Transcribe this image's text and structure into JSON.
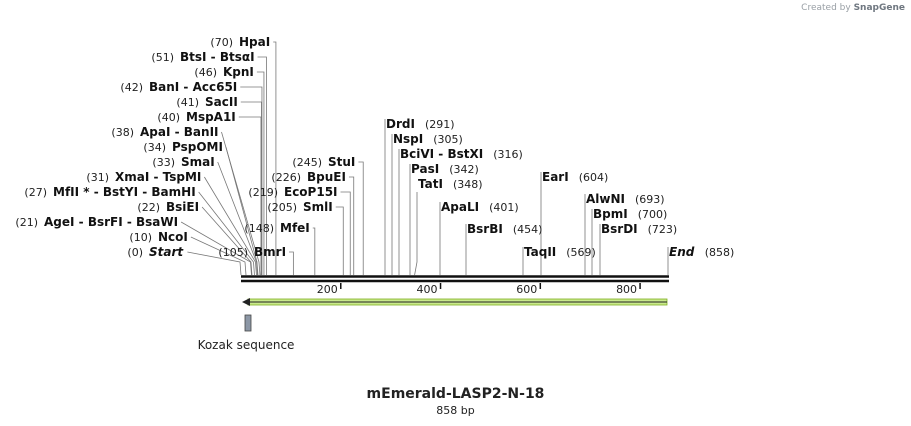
{
  "credit": {
    "prefix": "Created by",
    "brand": "SnapGene"
  },
  "map": {
    "name": "mEmerald-LASP2-N-18",
    "length_label": "858 bp",
    "length_bp": 858,
    "ticks": [
      "200",
      "400",
      "600",
      "800"
    ],
    "sites": [
      {
        "label": "Start",
        "pos": 0,
        "pos_label": "(0)",
        "italic": true
      },
      {
        "label": "NcoI",
        "pos": 10,
        "pos_label": "(10)"
      },
      {
        "label": "AgeI  - BsrFI  - BsaWI",
        "pos": 21,
        "pos_label": "(21)"
      },
      {
        "label": "BsiEI",
        "pos": 22,
        "pos_label": "(22)"
      },
      {
        "label": "MfII * - BstYI  - BamHI",
        "pos": 27,
        "pos_label": "(27)"
      },
      {
        "label": "XmaI  - TspMI",
        "pos": 31,
        "pos_label": "(31)"
      },
      {
        "label": "SmaI",
        "pos": 33,
        "pos_label": "(33)"
      },
      {
        "label": "PspOMI",
        "pos": 34,
        "pos_label": "(34)"
      },
      {
        "label": "ApaI  - BanII",
        "pos": 38,
        "pos_label": "(38)"
      },
      {
        "label": "MspA1I",
        "pos": 40,
        "pos_label": "(40)"
      },
      {
        "label": "SacII",
        "pos": 41,
        "pos_label": "(41)"
      },
      {
        "label": "BanI  - Acc65I",
        "pos": 42,
        "pos_label": "(42)"
      },
      {
        "label": "KpnI",
        "pos": 46,
        "pos_label": "(46)"
      },
      {
        "label": "BtsI  - BtsαI",
        "pos": 51,
        "pos_label": "(51)"
      },
      {
        "label": "HpaI",
        "pos": 70,
        "pos_label": "(70)"
      },
      {
        "label": "BmrI",
        "pos": 105,
        "pos_label": "(105)"
      },
      {
        "label": "MfeI",
        "pos": 148,
        "pos_label": "(148)"
      },
      {
        "label": "SmlI",
        "pos": 205,
        "pos_label": "(205)"
      },
      {
        "label": "EcoP15I",
        "pos": 219,
        "pos_label": "(219)"
      },
      {
        "label": "BpuEI",
        "pos": 226,
        "pos_label": "(226)"
      },
      {
        "label": "StuI",
        "pos": 245,
        "pos_label": "(245)"
      },
      {
        "label": "DrdI",
        "pos": 291,
        "pos_label": "(291)"
      },
      {
        "label": "NspI",
        "pos": 305,
        "pos_label": "(305)"
      },
      {
        "label": "BciVI  - BstXI",
        "pos": 316,
        "pos_label": "(316)"
      },
      {
        "label": "PasI",
        "pos": 342,
        "pos_label": "(342)"
      },
      {
        "label": "TatI",
        "pos": 348,
        "pos_label": "(348)"
      },
      {
        "label": "ApaLI",
        "pos": 401,
        "pos_label": "(401)"
      },
      {
        "label": "BsrBI",
        "pos": 454,
        "pos_label": "(454)"
      },
      {
        "label": "TaqII",
        "pos": 569,
        "pos_label": "(569)"
      },
      {
        "label": "EarI",
        "pos": 604,
        "pos_label": "(604)"
      },
      {
        "label": "AlwNI",
        "pos": 693,
        "pos_label": "(693)"
      },
      {
        "label": "BpmI",
        "pos": 700,
        "pos_label": "(700)"
      },
      {
        "label": "BsrDI",
        "pos": 723,
        "pos_label": "(723)"
      },
      {
        "label": "End",
        "pos": 858,
        "pos_label": "(858)",
        "italic": true
      }
    ],
    "features": [
      {
        "name": "mEmerald",
        "type": "arrow",
        "direction": "reverse",
        "color": "#9acd32"
      },
      {
        "name": "Kozak sequence",
        "type": "box",
        "color": "#8c97a6"
      }
    ]
  }
}
